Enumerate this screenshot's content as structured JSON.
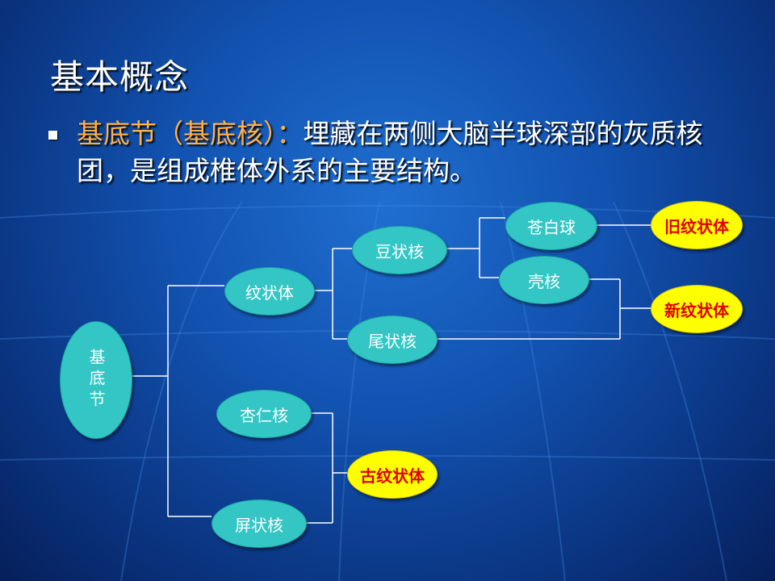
{
  "slide": {
    "title": "基本概念",
    "bullet": {
      "term": "基底节（基底核）：",
      "text": "埋藏在两侧大脑半球深部的灰质核团，是组成椎体外系的主要结构。"
    }
  },
  "diagram": {
    "nodes": {
      "root": "基底节",
      "striatum": "纹状体",
      "lentiform": "豆状核",
      "caudate": "尾状核",
      "globus_pallidus": "苍白球",
      "putamen": "壳核",
      "paleostriatum": "旧纹状体",
      "neostriatum": "新纹状体",
      "amygdala": "杏仁核",
      "claustrum": "屏状核",
      "archistriatum": "古纹状体"
    },
    "colors": {
      "node_fill": "#33c6c4",
      "highlight_fill": "#ffff00",
      "highlight_text": "#e00000",
      "term_text": "#ffb04a"
    }
  }
}
